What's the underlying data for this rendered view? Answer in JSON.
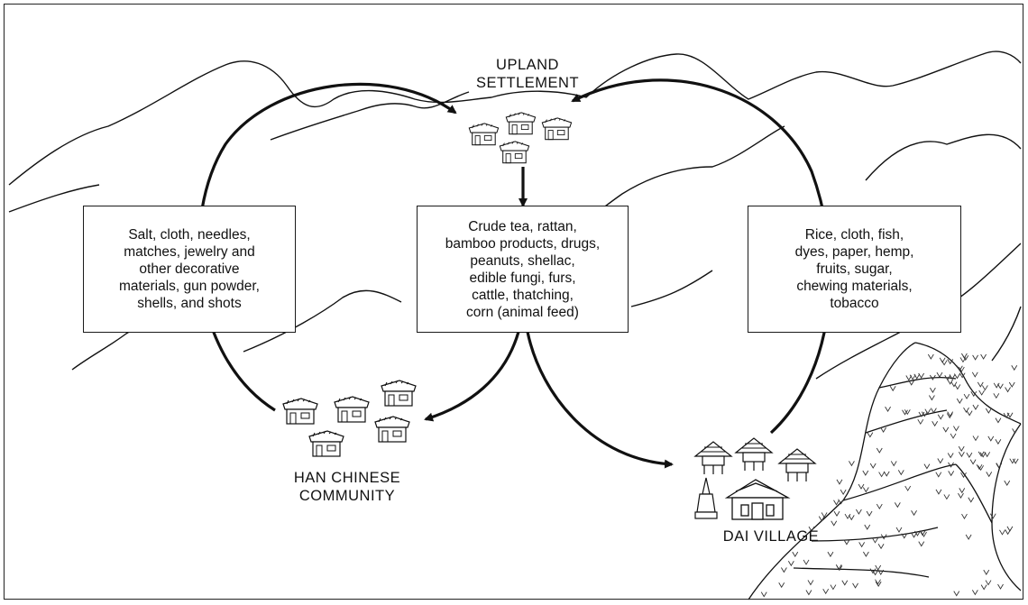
{
  "diagram": {
    "upland_label": "UPLAND\nSETTLEMENT",
    "han_label": "HAN CHINESE\nCOMMUNITY",
    "dai_label": "DAI VILLAGE",
    "box_left_text": "Salt, cloth, needles,\nmatches, jewelry and\nother decorative\nmaterials, gun powder,\nshells, and shots",
    "box_center_text": "Crude tea, rattan,\nbamboo products, drugs,\npeanuts, shellac,\nedible fungi, furs,\ncattle, thatching,\ncorn (animal feed)",
    "box_right_text": "Rice, cloth, fish,\ndyes, paper, hemp,\nfruits, sugar,\nchewing materials,\ntobacco"
  }
}
